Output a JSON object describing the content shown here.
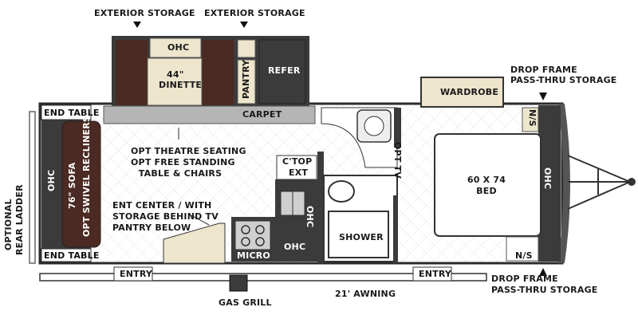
{
  "labels": {
    "ext_storage_left": "EXTERIOR STORAGE",
    "ext_storage_right": "EXTERIOR STORAGE",
    "ohc_slide": "OHC",
    "dinette_1": "44\"",
    "dinette_2": "DINETTE",
    "pantry": "PANTRY",
    "refer": "REFER",
    "carpet": "CARPET",
    "wardrobe": "WARDROBE",
    "drop_frame_top_1": "DROP FRAME",
    "drop_frame_top_2": "PASS-THRU STORAGE",
    "end_table_top": "END TABLE",
    "end_table_bottom": "END TABLE",
    "sofa_ohc": "OHC",
    "sofa_1": "76\" SOFA",
    "sofa_2": "OPT SWIVEL RECLINERS",
    "theatre_1": "OPT THEATRE SEATING",
    "theatre_2": "OPT FREE STANDING",
    "theatre_3": "TABLE & CHAIRS",
    "ctop_1": "C'TOP",
    "ctop_2": "EXT",
    "opt_tv": "OPT TV",
    "ns_top": "N/S",
    "ns_bottom": "N/S",
    "bed_1": "60 X 74",
    "bed_2": "BED",
    "bed_ohc": "OHC",
    "ent_1": "ENT CENTER / WITH",
    "ent_2": "STORAGE BEHIND TV",
    "ent_3": "PANTRY BELOW",
    "kitchen_ohc": "OHC",
    "bath_ohc": "OHC",
    "shower": "SHOWER",
    "micro": "MICRO",
    "ladder_1": "OPTIONAL",
    "ladder_2": "REAR LADDER",
    "entry_left": "ENTRY",
    "entry_right": "ENTRY",
    "gas_grill": "GAS GRILL",
    "awning": "21' AWNING",
    "drop_frame_bottom_1": "DROP FRAME",
    "drop_frame_bottom_2": "PASS-THRU STORAGE"
  },
  "colors": {
    "cabinet_dark": "#3b3b3b",
    "upholstery_brown": "#4a2a22",
    "cushion_cream": "#ede5cc",
    "floor_tile": "#ffffff",
    "carpet": "#b5b5b5",
    "accent_arrow": "#111111"
  }
}
